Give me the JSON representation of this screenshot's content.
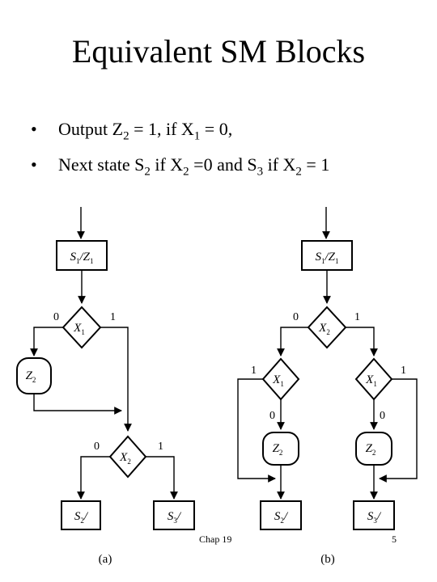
{
  "slide": {
    "title": "Equivalent SM Blocks",
    "bullets": [
      {
        "parts": [
          {
            "t": "Output Z"
          },
          {
            "t": "2",
            "sub": true
          },
          {
            "t": " = 1, if X"
          },
          {
            "t": "1",
            "sub": true
          },
          {
            "t": " = 0,"
          }
        ]
      },
      {
        "parts": [
          {
            "t": "Next state S"
          },
          {
            "t": "2",
            "sub": true
          },
          {
            "t": " if X"
          },
          {
            "t": "2",
            "sub": true
          },
          {
            "t": " =0 and S"
          },
          {
            "t": "3",
            "sub": true
          },
          {
            "t": " if X"
          },
          {
            "t": "2",
            "sub": true
          },
          {
            "t": " = 1"
          }
        ]
      }
    ],
    "bullet_symbol": "•",
    "footer_chapter": "Chap 19",
    "page_number": "5"
  },
  "diagram_a": {
    "state_box": {
      "main": "S",
      "sub": "1",
      "slash": "/Z",
      "sub2": "1"
    },
    "decision_x1": {
      "main": "X",
      "sub": "1"
    },
    "branch_zero": "0",
    "branch_one": "1",
    "output_z2": {
      "main": "Z",
      "sub": "2"
    },
    "decision_x2": {
      "main": "X",
      "sub": "2"
    },
    "branch2_zero": "0",
    "branch2_one": "1",
    "next_s2": {
      "main": "S",
      "sub": "2",
      "slash": "/"
    },
    "next_s3": {
      "main": "S",
      "sub": "3",
      "slash": "/"
    },
    "caption": "(a)"
  },
  "diagram_b": {
    "state_box": {
      "main": "S",
      "sub": "1",
      "slash": "/Z",
      "sub2": "1"
    },
    "decision_x2": {
      "main": "X",
      "sub": "2"
    },
    "branch_zero": "0",
    "branch_one": "1",
    "left_x1": {
      "main": "X",
      "sub": "1"
    },
    "left_one": "1",
    "left_zero": "0",
    "right_x1": {
      "main": "X",
      "sub": "1"
    },
    "right_one": "1",
    "right_zero": "0",
    "left_z2": {
      "main": "Z",
      "sub": "2"
    },
    "right_z2": {
      "main": "Z",
      "sub": "2"
    },
    "next_s2": {
      "main": "S",
      "sub": "2",
      "slash": "/"
    },
    "next_s3": {
      "main": "S",
      "sub": "3",
      "slash": "/"
    },
    "caption": "(b)"
  }
}
